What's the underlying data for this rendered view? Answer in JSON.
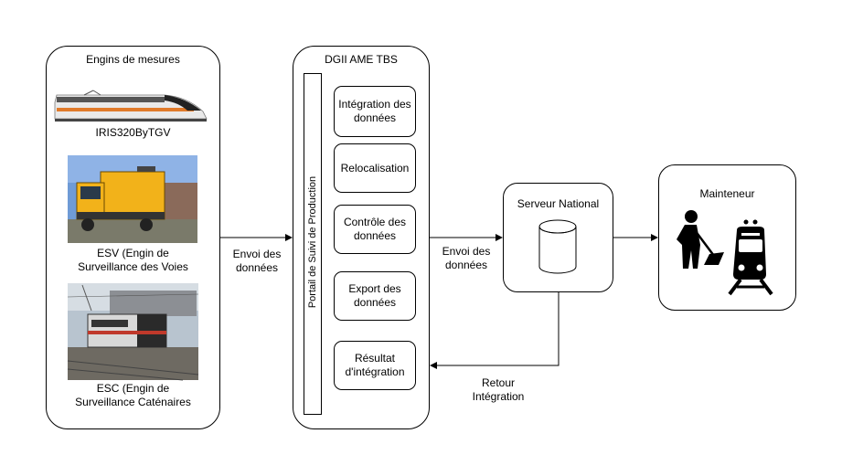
{
  "engins": {
    "title": "Engins de mesures",
    "items": [
      {
        "label": "IRIS320ByTGV"
      },
      {
        "label": "ESV (Engin de\nSurveillance des Voies"
      },
      {
        "label": "ESC (Engin de\nSurveillance Caténaires"
      }
    ]
  },
  "dgii": {
    "title": "DGII AME TBS",
    "portal_label": "Portail de Suivi de Production",
    "steps": [
      {
        "label": "Intégration des\ndonnées"
      },
      {
        "label": "Relocalisation"
      },
      {
        "label": "Contrôle des\ndonnées"
      },
      {
        "label": "Export des\ndonnées"
      },
      {
        "label": "Résultat\nd'intégration"
      }
    ]
  },
  "server": {
    "title": "Serveur National"
  },
  "mainteneur": {
    "title": "Mainteneur"
  },
  "edges": {
    "envoi_1": "Envoi des\ndonnées",
    "envoi_2": "Envoi des\ndonnées",
    "retour": "Retour\nIntégration"
  }
}
